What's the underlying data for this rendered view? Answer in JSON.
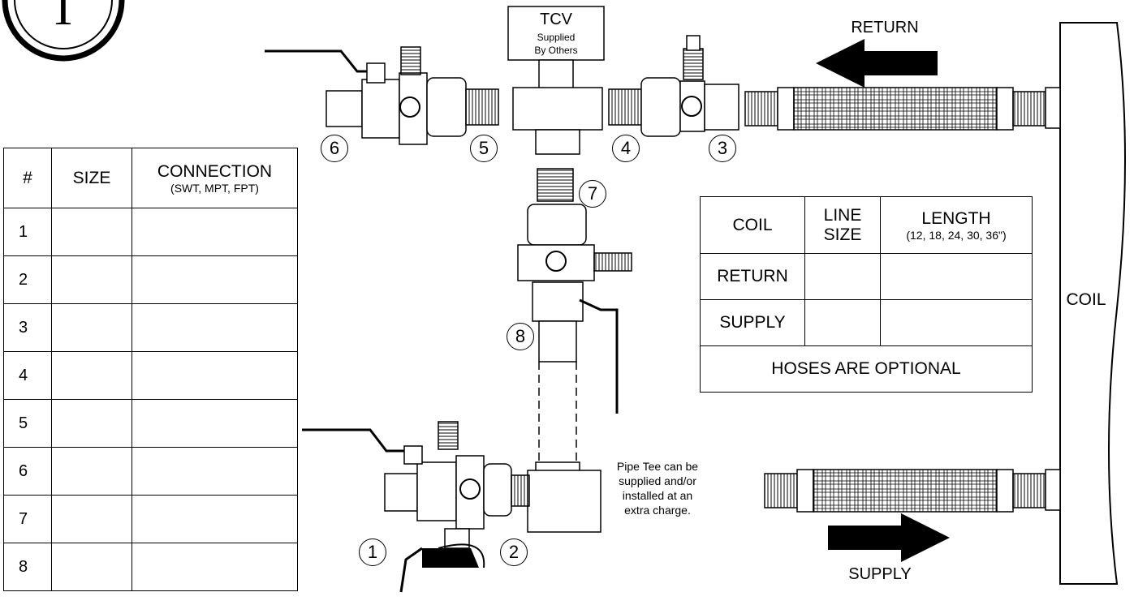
{
  "logo": {
    "glyph": "T"
  },
  "tcv": {
    "title": "TCV",
    "line1": "Supplied",
    "line2": "By Others"
  },
  "flow": {
    "return": "RETURN",
    "supply": "SUPPLY"
  },
  "coil_label": "COIL",
  "tee_note": [
    "Pipe Tee can be",
    "supplied and/or",
    "installed at an",
    "extra charge."
  ],
  "badges": [
    "1",
    "2",
    "3",
    "4",
    "5",
    "6",
    "7",
    "8"
  ],
  "connection_table": {
    "headers": {
      "num": "#",
      "size": "SIZE",
      "connection": "CONNECTION",
      "connection_sub": "(SWT, MPT, FPT)"
    },
    "rows": [
      "1",
      "2",
      "3",
      "4",
      "5",
      "6",
      "7",
      "8"
    ]
  },
  "coil_table": {
    "headers": {
      "coil": "COIL",
      "line_size_1": "LINE",
      "line_size_2": "SIZE",
      "length": "LENGTH",
      "length_sub": "(12, 18, 24, 30, 36\")"
    },
    "rows": [
      "RETURN",
      "SUPPLY"
    ],
    "footer": "HOSES ARE OPTIONAL"
  },
  "colors": {
    "line": "#000000",
    "fill": "#ffffff",
    "arrow": "#000000"
  }
}
